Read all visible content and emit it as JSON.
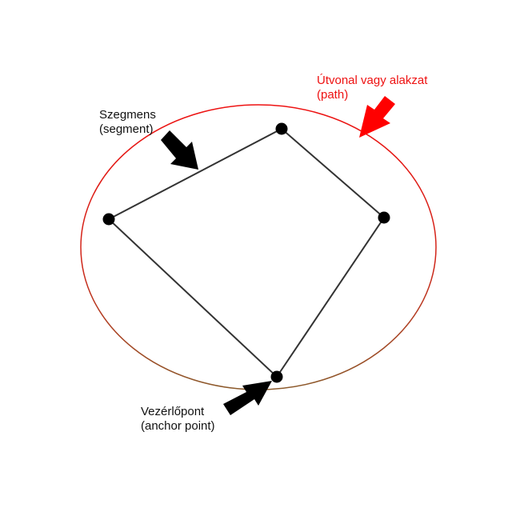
{
  "labels": {
    "segment_line1": "Szegmens",
    "segment_line2": "(segment)",
    "path_line1": "Útvonal vagy alakzat",
    "path_line2": "(path)",
    "anchor_line1": "Vezérlőpont",
    "anchor_line2": "(anchor point)"
  },
  "colors": {
    "path_red": "#ee1111",
    "path_brown": "#8b5a2b",
    "segment": "#333333",
    "point": "#000000",
    "arrow_dark": "#000000",
    "arrow_red": "#ff0000",
    "label_dark": "#111111"
  },
  "icons": {
    "segment_pointer": "arrow-icon",
    "path_pointer": "arrow-icon",
    "anchor_pointer": "arrow-icon"
  }
}
